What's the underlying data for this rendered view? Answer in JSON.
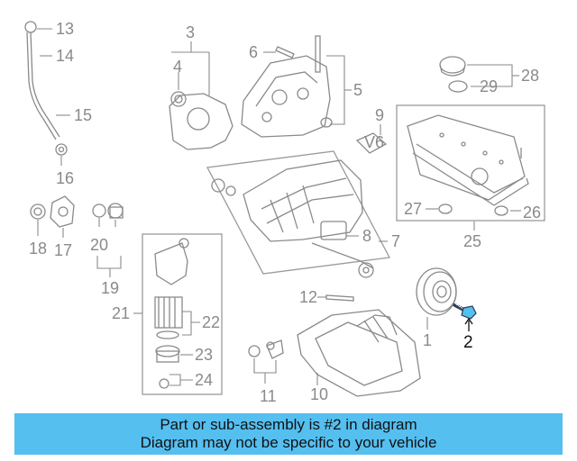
{
  "diagram": {
    "callouts": {
      "c1": "1",
      "c2": "2",
      "c3": "3",
      "c4": "4",
      "c5": "5",
      "c6": "6",
      "c7": "7",
      "c8": "8",
      "c9": "9",
      "c10": "10",
      "c11": "11",
      "c12": "12",
      "c13": "13",
      "c14": "14",
      "c15": "15",
      "c16": "16",
      "c17": "17",
      "c18": "18",
      "c19": "19",
      "c20": "20",
      "c21": "21",
      "c22": "22",
      "c23": "23",
      "c24": "24",
      "c25": "25",
      "c26": "26",
      "c27": "27",
      "c28": "28",
      "c29": "29"
    },
    "highlighted_part": "2",
    "highlight_color": "#55bff0",
    "line_color": "#8a8a8a"
  },
  "banner": {
    "line1": "Part or sub-assembly is #2 in diagram",
    "line2": "Diagram may not be specific to your vehicle",
    "background": "#55bff0"
  }
}
